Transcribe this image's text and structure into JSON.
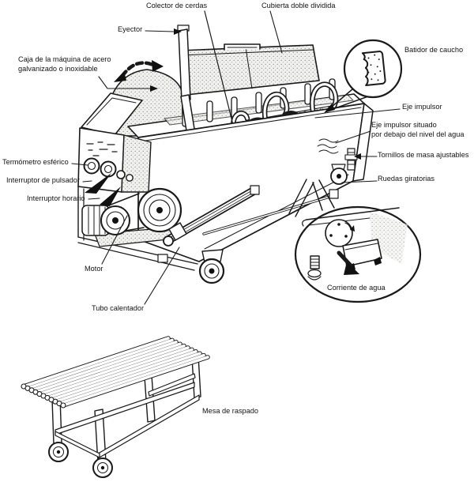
{
  "figure": {
    "type": "technical-line-illustration",
    "subject": "scalding and dehairing machine with scraping table",
    "colors": {
      "ink": "#1a1a1a",
      "paper": "#ffffff"
    },
    "labels": {
      "colector": "Colector de cerdas",
      "cubierta": "Cubierta doble dividida",
      "eyector": "Eyector",
      "caja_1": "Caja de la máquina de acero",
      "caja_2": "galvanizado o inoxidable",
      "batidor": "Batidor de caucho",
      "eje_impulsor": "Eje impulsor",
      "eje_situado_1": "Eje impulsor situado",
      "eje_situado_2": "por debajo del nivel del agua",
      "termometro": "Termómetro esférico",
      "tornillos": "Tornillos de masa ajustables",
      "pulsador": "Interruptor de pulsador",
      "ruedas": "Ruedas giratorias",
      "horario": "Interruptor horario",
      "motor": "Motor",
      "corriente": "Corriente de agua",
      "tubo": "Tubo calentador",
      "mesa": "Mesa de raspado"
    }
  }
}
